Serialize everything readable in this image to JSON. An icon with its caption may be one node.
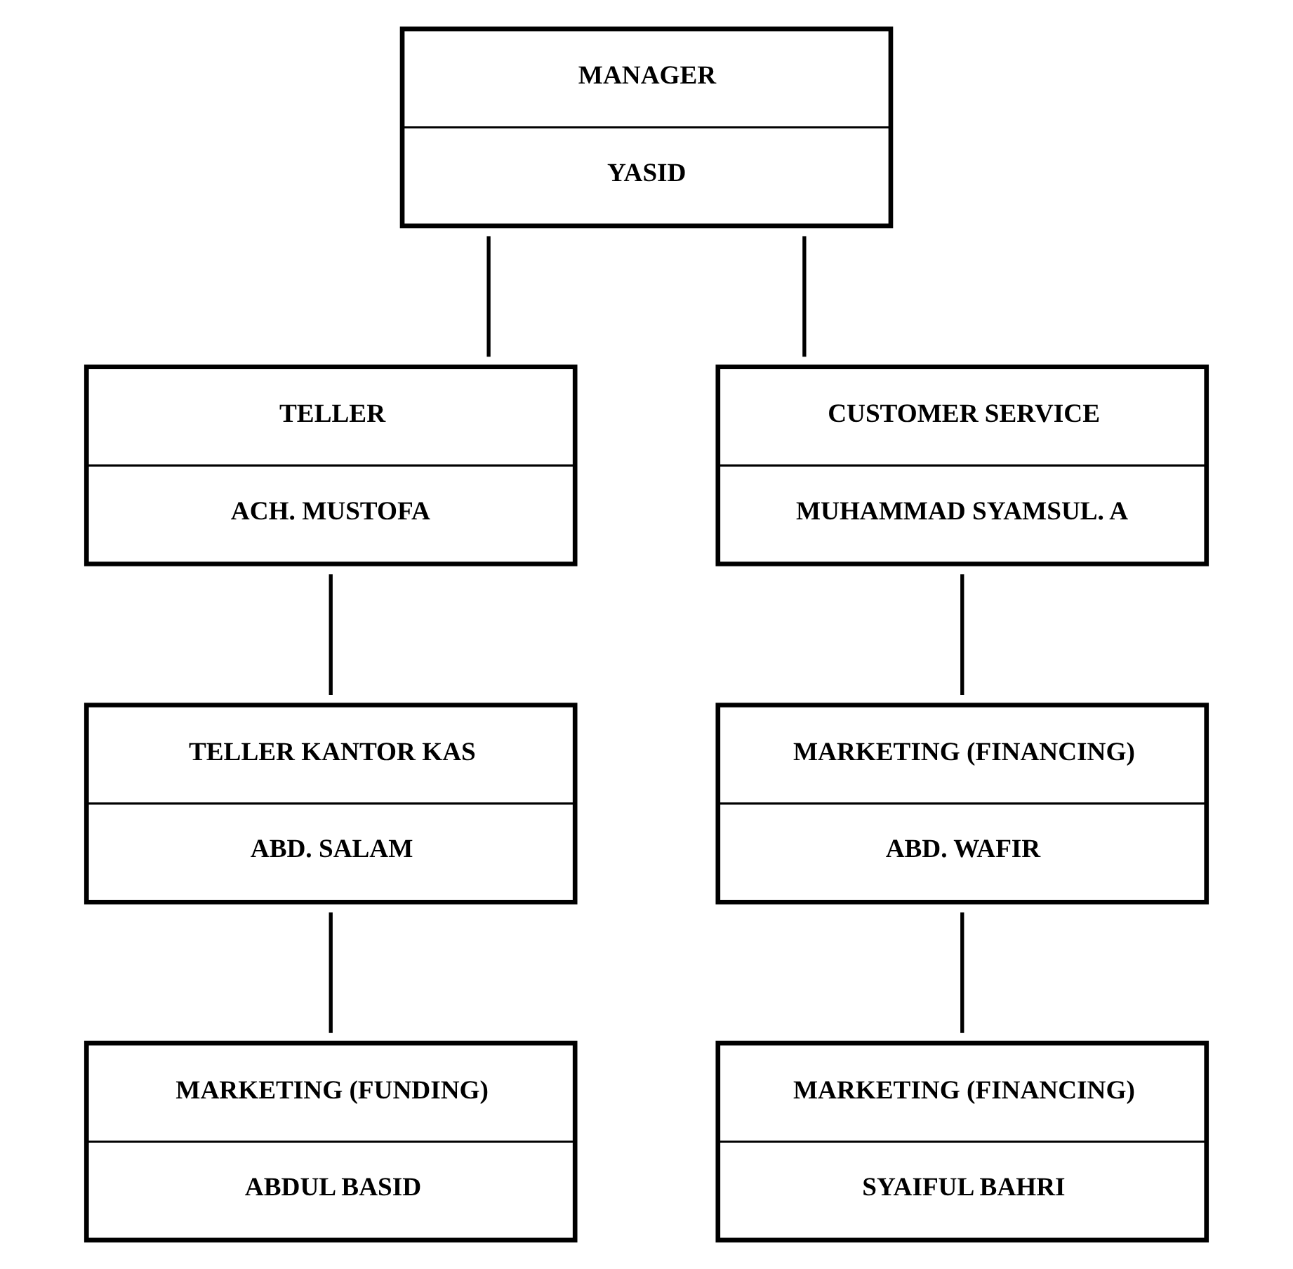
{
  "diagram": {
    "nodes": [
      {
        "text": [
          "MANAGER",
          "YASID"
        ]
      },
      {
        "text": [
          "TELLER",
          "ACH. MUSTOFA"
        ]
      },
      {
        "text": [
          "CUSTOMER SERVICE",
          "MUHAMMAD SYAMSUL. A"
        ]
      },
      {
        "text": [
          "TELLER KANTOR KAS",
          "ABD. SALAM"
        ]
      },
      {
        "text": [
          "MARKETING (FINANCING)",
          "ABD. WAFIR"
        ]
      },
      {
        "text": [
          "MARKETING (FUNDING)",
          "ABDUL BASID"
        ]
      },
      {
        "text": [
          "MARKETING (FINANCING)",
          "SYAIFUL BAHRI"
        ]
      }
    ],
    "edges": [
      {
        "from": 0,
        "to": 1,
        "arrow": "none"
      },
      {
        "from": 0,
        "to": 2,
        "arrow": "none"
      },
      {
        "from": 1,
        "to": 3,
        "arrow": "none"
      },
      {
        "from": 2,
        "to": 4,
        "arrow": "none"
      },
      {
        "from": 3,
        "to": 5,
        "arrow": "none"
      },
      {
        "from": 4,
        "to": 6,
        "arrow": "none"
      }
    ]
  }
}
